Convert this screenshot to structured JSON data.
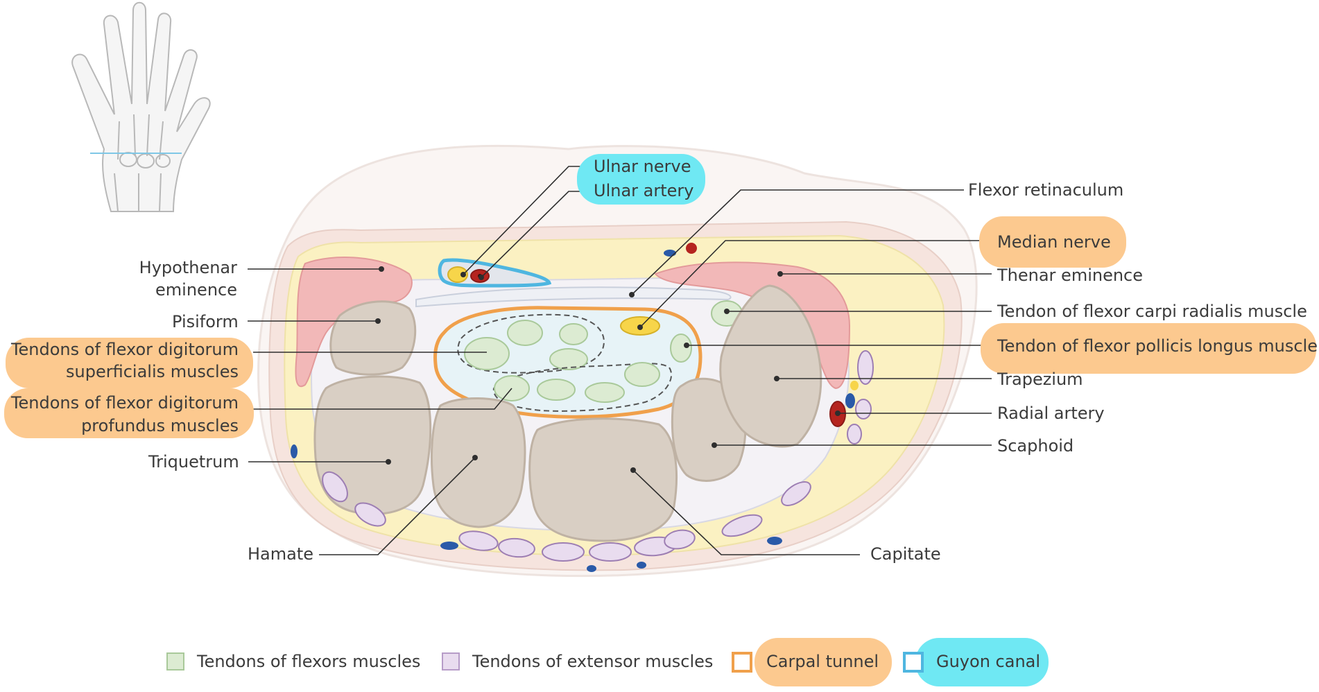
{
  "labels": {
    "ulnar_nerve": "Ulnar nerve",
    "ulnar_artery": "Ulnar artery",
    "flexor_retinaculum": "Flexor retinaculum",
    "median_nerve": "Median nerve",
    "thenar_eminence": "Thenar eminence",
    "fcr_tendon": "Tendon of flexor carpi radialis muscle",
    "fpl_tendon": "Tendon of flexor pollicis longus muscle",
    "trapezium": "Trapezium",
    "radial_artery": "Radial artery",
    "scaphoid": "Scaphoid",
    "capitate": "Capitate",
    "hamate": "Hamate",
    "triquetrum": "Triquetrum",
    "fdp_line1": "Tendons of flexor digitorum",
    "fdp_line2": "profundus muscles",
    "fds_line1": "Tendons of flexor digitorum",
    "fds_line2": "superficialis muscles",
    "pisiform": "Pisiform",
    "hypothenar_line1": "Hypothenar",
    "hypothenar_line2": "eminence"
  },
  "legend": [
    {
      "label": "Tendons of flexors muscles",
      "fill": "#dcebd2",
      "border": "#a9c99a"
    },
    {
      "label": "Tendons of extensor muscles",
      "fill": "#e9dcef",
      "border": "#b79cc8"
    },
    {
      "label": "Carpal tunnel",
      "fill": "#ffffff",
      "border": "#f0a04b"
    },
    {
      "label": "Guyon canal",
      "fill": "#ffffff",
      "border": "#4fb6e0"
    }
  ],
  "colors": {
    "highlight_orange": "#fcc98f",
    "highlight_cyan": "#6fe8f3",
    "bone": "#d9cfc4",
    "muscle": "#f2b8b8",
    "fat": "#fbf1c2",
    "nerve": "#f7d54a",
    "artery": "#b5241f",
    "vein": "#2a5aa8",
    "carpal_tunnel": "#f0a04b",
    "guyon_canal": "#4fb6e0"
  }
}
